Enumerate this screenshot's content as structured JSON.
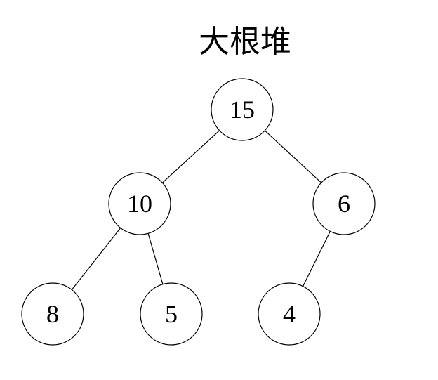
{
  "title": "大根堆",
  "tree": {
    "nodes": [
      {
        "id": "n15",
        "label": "15"
      },
      {
        "id": "n10",
        "label": "10"
      },
      {
        "id": "n6",
        "label": "6"
      },
      {
        "id": "n8",
        "label": "8"
      },
      {
        "id": "n5",
        "label": "5"
      },
      {
        "id": "n4",
        "label": "4"
      }
    ],
    "edges": [
      {
        "from": "n15",
        "to": "n10"
      },
      {
        "from": "n15",
        "to": "n6"
      },
      {
        "from": "n10",
        "to": "n8"
      },
      {
        "from": "n10",
        "to": "n5"
      },
      {
        "from": "n6",
        "to": "n4"
      }
    ]
  },
  "colors": {
    "stroke": "#000000",
    "fill": "#ffffff",
    "text": "#000000"
  }
}
